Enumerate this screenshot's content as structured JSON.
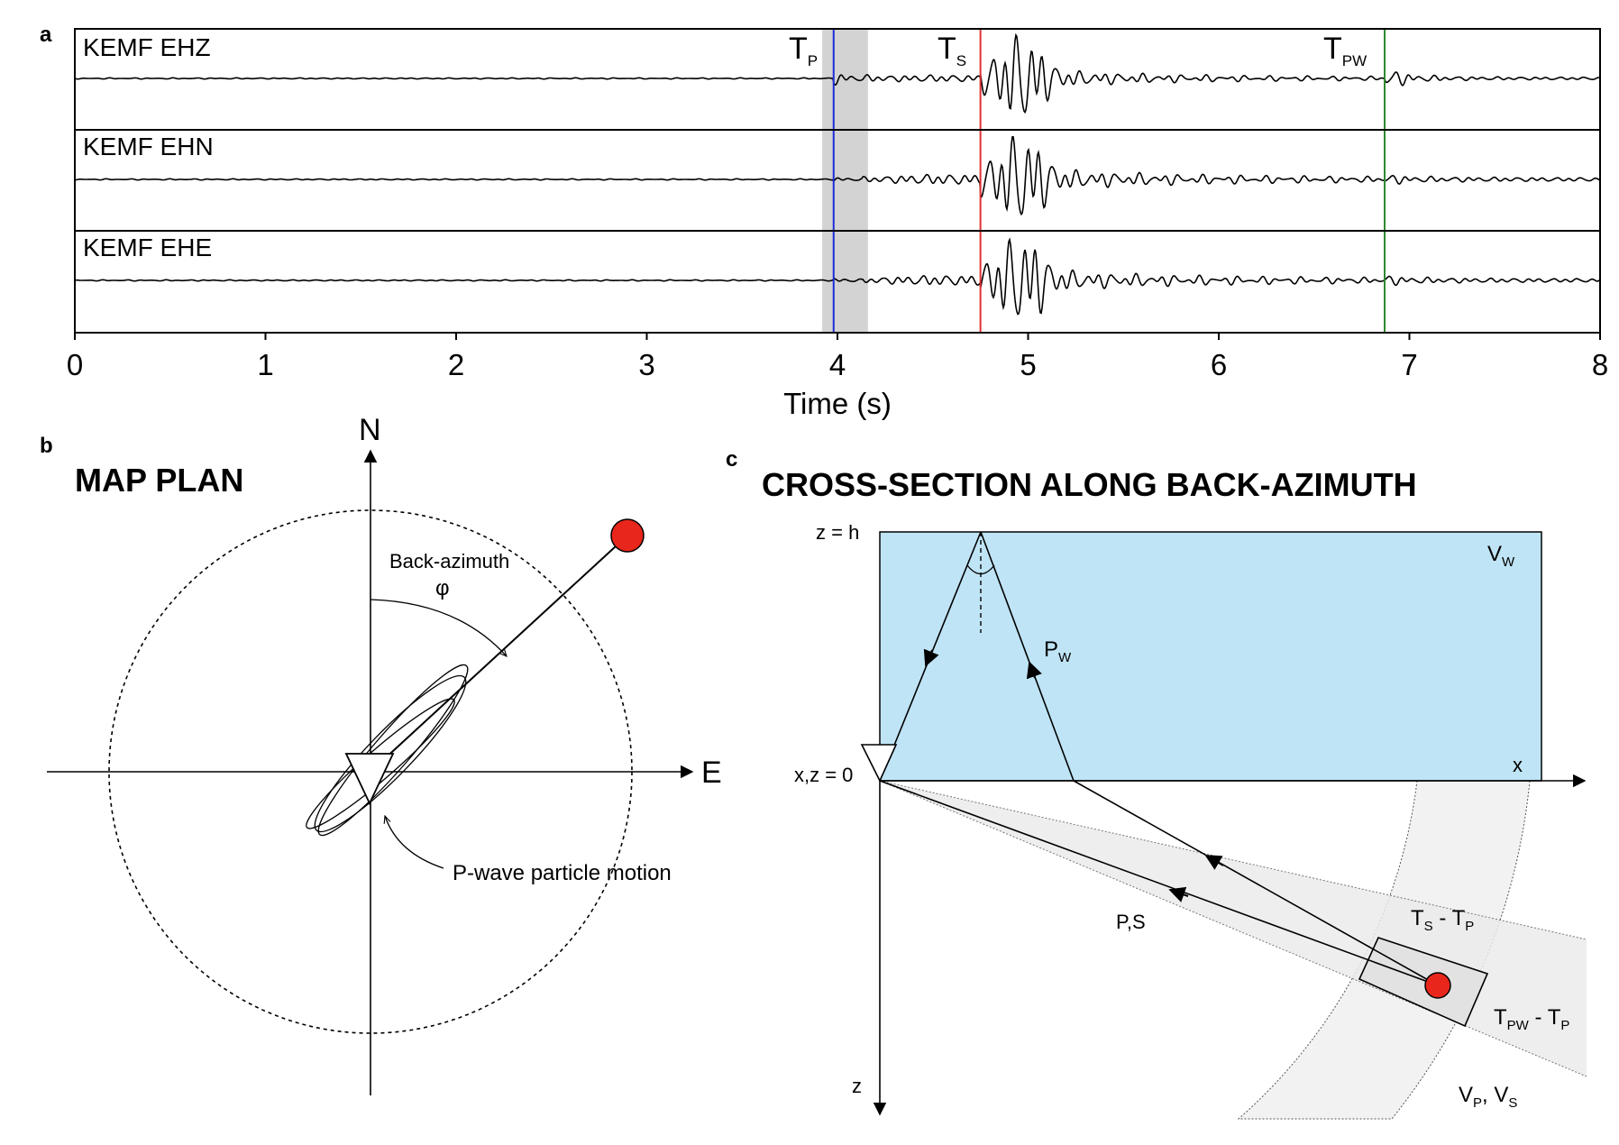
{
  "panel_a": {
    "letter": "a",
    "traces": [
      "KEMF EHZ",
      "KEMF EHN",
      "KEMF EHE"
    ],
    "picks": {
      "tp": {
        "main": "T",
        "sub": "P",
        "time": 3.98,
        "color": "#1f2bd6"
      },
      "ts": {
        "main": "T",
        "sub": "S",
        "time": 4.75,
        "color": "#e03030"
      },
      "tpw": {
        "main": "T",
        "sub": "PW",
        "time": 6.87,
        "color": "#2e8b2e"
      }
    },
    "shaded_window": {
      "start": 3.92,
      "end": 4.16,
      "color": "#d3d3d3"
    },
    "x_axis": {
      "title": "Time (s)",
      "ticks": [
        "0",
        "1",
        "2",
        "3",
        "4",
        "5",
        "6",
        "7",
        "8"
      ],
      "min": 0,
      "max": 8
    }
  },
  "panel_b": {
    "letter": "b",
    "title": "MAP PLAN",
    "north": "N",
    "east": "E",
    "back_azimuth_label": "Back-azimuth",
    "phi": "φ",
    "particle_motion_label": "P-wave particle motion",
    "event_color": "#e8261c"
  },
  "panel_c": {
    "letter": "c",
    "title": "CROSS-SECTION ALONG BACK-AZIMUTH",
    "z_h": "z = h",
    "origin": "x,z = 0",
    "x_label": "x",
    "z_label": "z",
    "vw": {
      "main": "V",
      "sub": "W"
    },
    "pw": {
      "main": "P",
      "sub": "W"
    },
    "ps": "P,S",
    "ts_tp": {
      "a": "T",
      "a_sub": "S",
      "mid": " - T",
      "b_sub": "P"
    },
    "tpw_tp": {
      "a": "T",
      "a_sub": "PW",
      "mid": " - T",
      "b_sub": "P"
    },
    "vp_vs": {
      "a": "V",
      "a_sub": "P",
      "mid": ", V",
      "b_sub": "S"
    },
    "water_color": "#bfe4f5",
    "event_color": "#e8261c"
  }
}
